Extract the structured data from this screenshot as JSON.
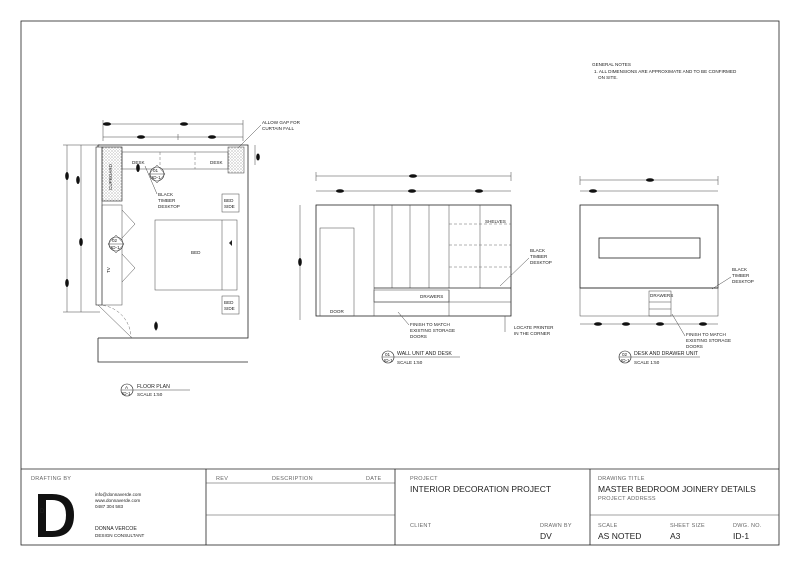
{
  "general_notes": {
    "title": "GENERAL NOTES",
    "line1": "1.  ALL DIMENSIONS ARE APPROXIMATE AND TO BE CONFIRMED",
    "line2": "ON SITE."
  },
  "floor_plan": {
    "labels": {
      "gap": "ALLOW GAP FOR",
      "gap2": "CURTAIN FALL",
      "desk1": "DESK",
      "desk2": "DESK",
      "cupboard": "CUPBOARD",
      "tv": "TV",
      "bed": "BED",
      "bedside1a": "BED",
      "bedside1b": "SIDE",
      "bedside2a": "BED",
      "bedside2b": "SIDE",
      "timber1": "BLACK",
      "timber2": "TIMBER",
      "timber3": "DESKTOP"
    },
    "marker1": {
      "num": "01",
      "ref": "ID-1"
    },
    "marker2": {
      "num": "02",
      "ref": "ID-1"
    },
    "caption": {
      "letter": "A",
      "ref": "ID-1",
      "title": "FLOOR PLAN",
      "scale": "SCALE 1:50"
    }
  },
  "wall_unit": {
    "labels": {
      "shelves": "SHELVES",
      "timber1": "BLACK",
      "timber2": "TIMBER",
      "timber3": "DESKTOP",
      "drawers": "DRAWERS",
      "door": "DOOR",
      "finish1": "FINISH TO MATCH",
      "finish2": "EXISTING STORAGE",
      "finish3": "DOORS",
      "printer1": "LOCATE PRINTER",
      "printer2": "IN THE CORNER"
    },
    "caption": {
      "num": "01",
      "ref": "ID-1",
      "title": "WALL UNIT AND DESK",
      "scale": "SCALE 1:50"
    }
  },
  "desk_unit": {
    "labels": {
      "timber1": "BLACK",
      "timber2": "TIMBER",
      "timber3": "DESKTOP",
      "drawers": "DRAWERS",
      "finish1": "FINISH TO MATCH",
      "finish2": "EXISTING STORAGE",
      "finish3": "DOORS"
    },
    "caption": {
      "num": "02",
      "ref": "ID-1",
      "title": "DESK AND DRAWER UNIT",
      "scale": "SCALE 1:50"
    }
  },
  "title_block": {
    "drafting_by": "DRAFTING BY",
    "logo_letter": "D",
    "email": "info@donnaverde.com",
    "web": "www.donnaverde.com",
    "phone": "0487 304 583",
    "company": "DONNA VERCOE",
    "company_sub": "DESIGN CONSULTANT",
    "rev_header": "REV",
    "desc_header": "DESCRIPTION",
    "date_header": "DATE",
    "project_label": "PROJECT",
    "project_value": "INTERIOR DECORATION PROJECT",
    "client_label": "CLIENT",
    "drawn_by_label": "DRAWN BY",
    "drawn_by_value": "DV",
    "drawing_title_label": "DRAWING TITLE",
    "drawing_title_value": "MASTER BEDROOM JOINERY DETAILS",
    "project_address_label": "PROJECT ADDRESS",
    "scale_label": "SCALE",
    "scale_value": "AS NOTED",
    "sheet_size_label": "SHEET SIZE",
    "sheet_size_value": "A3",
    "dwg_no_label": "DWG. NO.",
    "dwg_no_value": "ID-1"
  }
}
